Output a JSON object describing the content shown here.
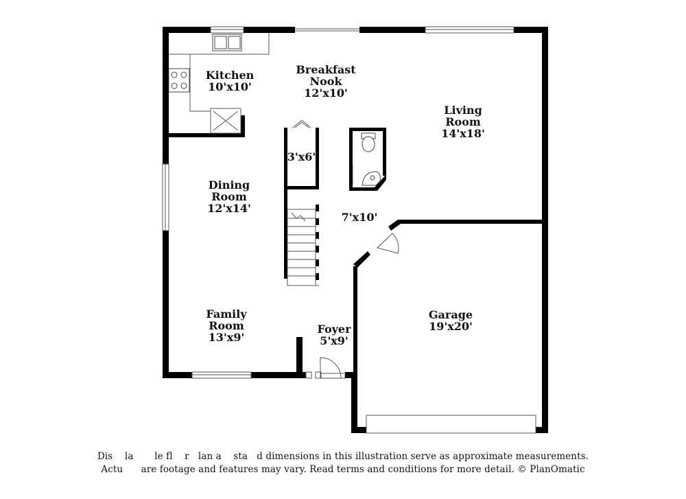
{
  "rooms": {
    "kitchen": {
      "name": "Kitchen",
      "dims": "10'x10'"
    },
    "breakfast_nook": {
      "name_line1": "Breakfast",
      "name_line2": "Nook",
      "dims": "12'x10'"
    },
    "living_room": {
      "name_line1": "Living",
      "name_line2": "Room",
      "dims": "14'x18'"
    },
    "pantry": {
      "dims": "3'x6'"
    },
    "dining_room": {
      "name_line1": "Dining",
      "name_line2": "Room",
      "dims": "12'x14'"
    },
    "hall": {
      "dims": "7'x10'"
    },
    "family_room": {
      "name_line1": "Family",
      "name_line2": "Room",
      "dims": "13'x9'"
    },
    "foyer": {
      "name": "Foyer",
      "dims": "5'x9'"
    },
    "garage": {
      "name": "Garage",
      "dims": "19'x20'"
    }
  },
  "disclaimer": {
    "line1": "Dis    la       le fl    r   lan a    sta   d dimensions in this illustration serve as approximate measurements.",
    "line2": "Actu      are footage and features may vary. Read terms and conditions for more detail. © PlanOmatic"
  }
}
